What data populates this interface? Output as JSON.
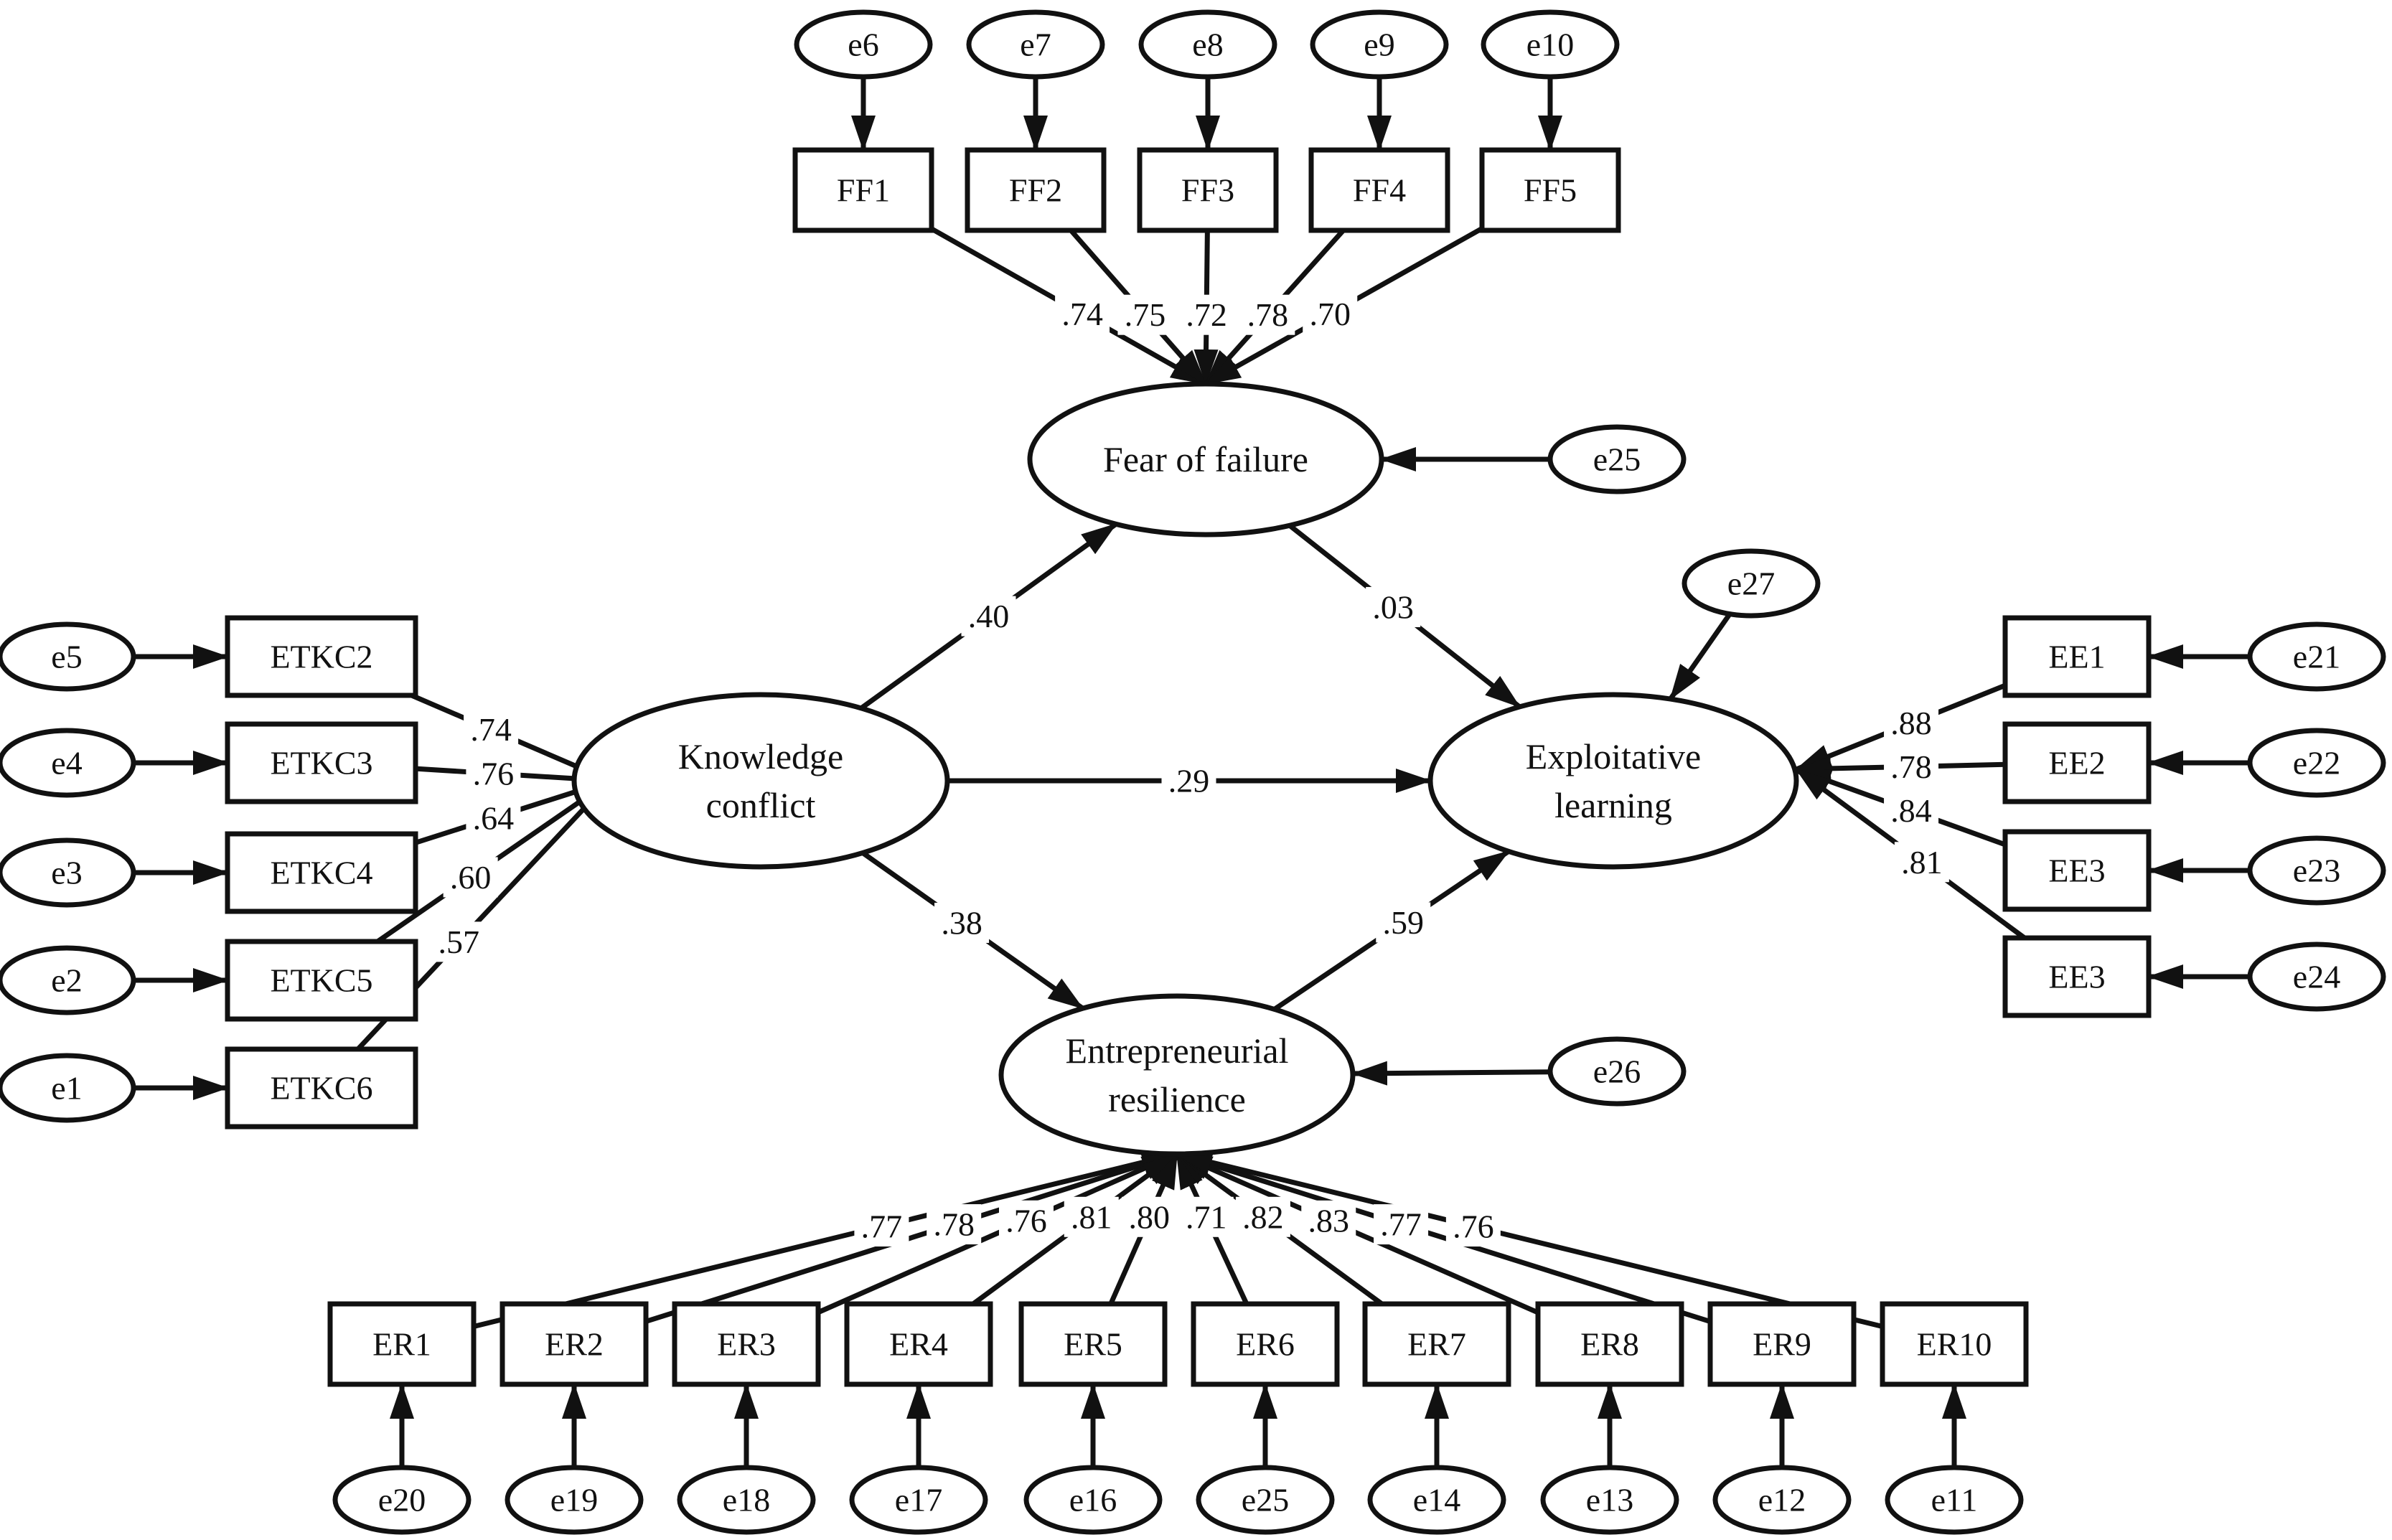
{
  "latents": {
    "fear": [
      "Fear of failure"
    ],
    "kc": [
      "Knowledge",
      "conflict"
    ],
    "el": [
      "Exploitative",
      "learning"
    ],
    "er": [
      "Entrepreneurial",
      "resilience"
    ]
  },
  "indicators": {
    "ff": [
      "FF1",
      "FF2",
      "FF3",
      "FF4",
      "FF5"
    ],
    "etkc": [
      "ETKC2",
      "ETKC3",
      "ETKC4",
      "ETKC5",
      "ETKC6"
    ],
    "ee": [
      "EE1",
      "EE2",
      "EE3",
      "EE3"
    ],
    "er": [
      "ER1",
      "ER2",
      "ER3",
      "ER4",
      "ER5",
      "ER6",
      "ER7",
      "ER8",
      "ER9",
      "ER10"
    ]
  },
  "errors": {
    "ff": [
      "e6",
      "e7",
      "e8",
      "e9",
      "e10"
    ],
    "etkc": [
      "e5",
      "e4",
      "e3",
      "e2",
      "e1"
    ],
    "ee": [
      "e21",
      "e22",
      "e23",
      "e24"
    ],
    "er": [
      "e20",
      "e19",
      "e18",
      "e17",
      "e16",
      "e25",
      "e14",
      "e13",
      "e12",
      "e11"
    ],
    "fear": "e25",
    "el": "e27",
    "er_latent": "e26"
  },
  "loadings": {
    "ff": [
      ".74",
      ".75",
      ".72",
      ".78",
      ".70"
    ],
    "etkc": [
      ".74",
      ".76",
      ".64",
      ".60",
      ".57"
    ],
    "ee": [
      ".88",
      ".78",
      ".84",
      ".81"
    ],
    "er": [
      ".77",
      ".78",
      ".76",
      ".81",
      ".80",
      ".71",
      ".82",
      ".83",
      ".77",
      ".76"
    ]
  },
  "paths": {
    "kc_fear": ".40",
    "kc_el": ".29",
    "kc_er": ".38",
    "fear_el": ".03",
    "er_el": ".59"
  }
}
